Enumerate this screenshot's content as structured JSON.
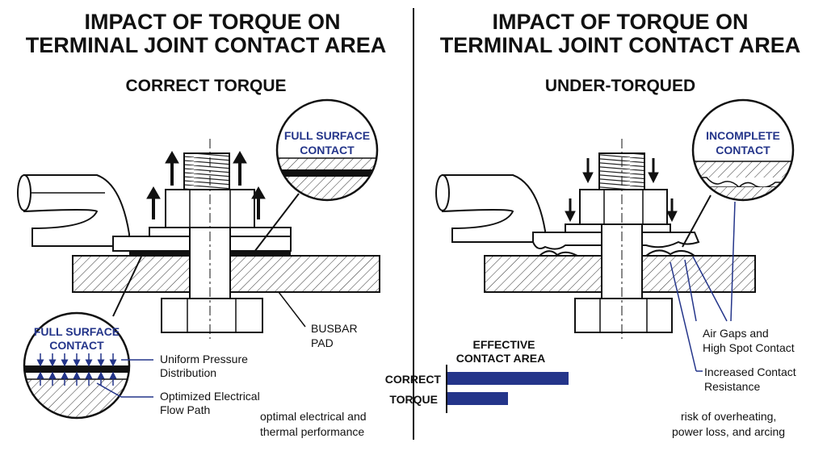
{
  "left": {
    "title_line1": "IMPACT OF TORQUE ON",
    "title_line2": "TERMINAL JOINT CONTACT AREA",
    "subtitle": "CORRECT TORQUE",
    "top_callout_line1": "FULL SURFACE",
    "top_callout_line2": "CONTACT",
    "bottom_callout_line1": "FULL SURFACE",
    "bottom_callout_line2": "CONTACT",
    "pressure_label_line1": "Uniform Pressure",
    "pressure_label_line2": "Distribution",
    "flow_label_line1": "Optimized Electrical",
    "flow_label_line2": "Flow Path",
    "busbar_label_line1": "BUSBAR",
    "busbar_label_line2": "PAD",
    "footer_line1": "optimal electrical and",
    "footer_line2": "thermal performance"
  },
  "right": {
    "title_line1": "IMPACT OF TORQUE ON",
    "title_line2": "TERMINAL JOINT CONTACT AREA",
    "subtitle": "UNDER-TORQUED",
    "callout_line1": "INCOMPLETE",
    "callout_line2": "CONTACT",
    "gap_label_line1": "Air Gaps and",
    "gap_label_line2": "High Spot Contact",
    "resistance_label_line1": "Increased Contact",
    "resistance_label_line2": "Resistance",
    "footer_line1": "risk of overheating,",
    "footer_line2": "power loss, and arcing"
  },
  "chart_data": {
    "type": "bar",
    "orientation": "horizontal",
    "title_line1": "EFFECTIVE",
    "title_line2": "CONTACT AREA",
    "category_line1": "CORRECT",
    "category_line2": "TORQUE",
    "values": [
      1.0,
      0.5
    ],
    "bar_color": "#24358a"
  },
  "colors": {
    "accent": "#24358a",
    "ink": "#111111"
  }
}
